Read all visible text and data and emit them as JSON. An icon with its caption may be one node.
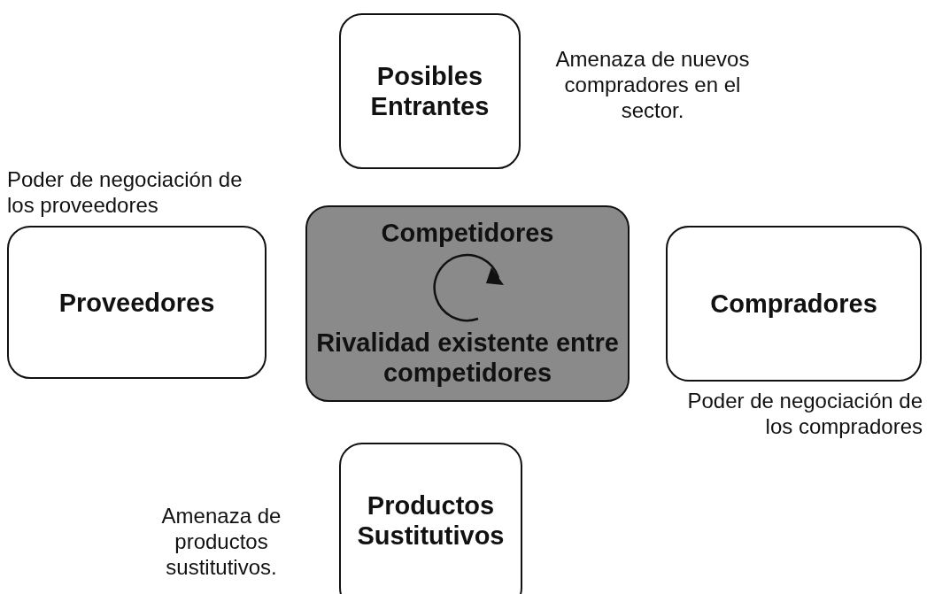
{
  "diagram": {
    "nodes": [
      {
        "text": [
          "Posibles Entrantes"
        ],
        "beside": [
          "Amenaza de nuevos compradores en el sector."
        ]
      },
      {
        "text": [
          "Proveedores"
        ],
        "beside": [
          "Poder de negociación de los proveedores"
        ]
      },
      {
        "text": [
          "Competidores",
          "Rivalidad existente entre competidores"
        ]
      },
      {
        "text": [
          "Compradores"
        ],
        "beside": [
          "Poder de negociación de los compradores"
        ]
      },
      {
        "text": [
          "Productos Sustitutivos"
        ],
        "beside": [
          "Amenaza de productos sustitutivos."
        ]
      }
    ],
    "edges": []
  }
}
